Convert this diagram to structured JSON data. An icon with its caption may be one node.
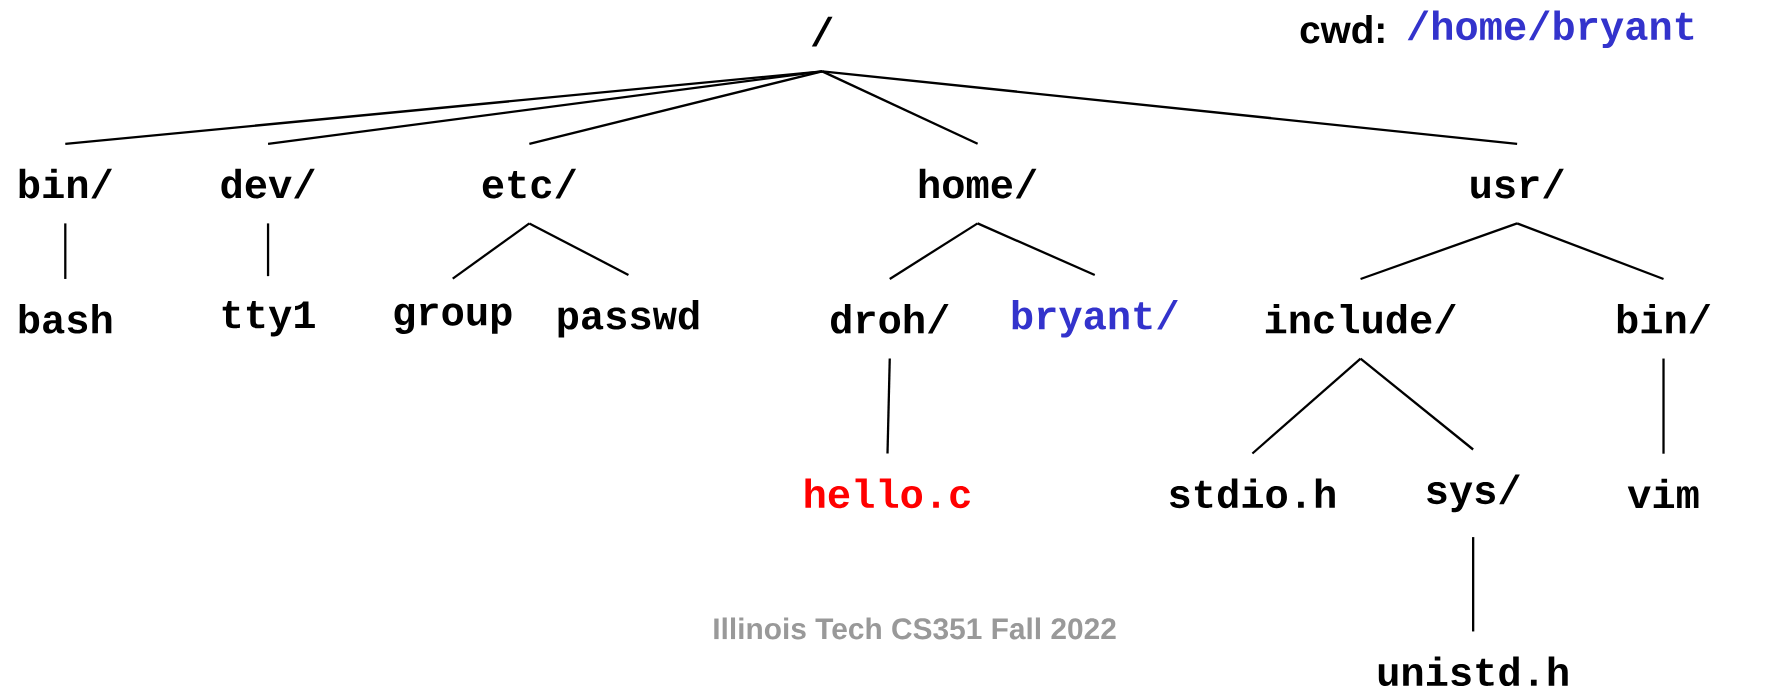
{
  "diagram": {
    "nodes": [
      {
        "text": [
          "/"
        ]
      },
      {
        "text": [
          "bin/"
        ]
      },
      {
        "text": [
          "dev/"
        ]
      },
      {
        "text": [
          "etc/"
        ]
      },
      {
        "text": [
          "home/"
        ]
      },
      {
        "text": [
          "usr/"
        ]
      },
      {
        "text": [
          "bash"
        ]
      },
      {
        "text": [
          "tty1"
        ]
      },
      {
        "text": [
          "group"
        ]
      },
      {
        "text": [
          "passwd"
        ]
      },
      {
        "text": [
          "droh/"
        ]
      },
      {
        "text": [
          "bryant/"
        ]
      },
      {
        "text": [
          "include/"
        ]
      },
      {
        "text": [
          "bin/"
        ]
      },
      {
        "text": [
          "hello.c"
        ]
      },
      {
        "text": [
          "stdio.h"
        ]
      },
      {
        "text": [
          "sys/"
        ]
      },
      {
        "text": [
          "vim"
        ]
      },
      {
        "text": [
          "unistd.h"
        ]
      }
    ],
    "edges": [
      {
        "from": 0,
        "to": 1,
        "arrow": "none"
      },
      {
        "from": 0,
        "to": 2,
        "arrow": "none"
      },
      {
        "from": 0,
        "to": 3,
        "arrow": "none"
      },
      {
        "from": 0,
        "to": 4,
        "arrow": "none"
      },
      {
        "from": 0,
        "to": 5,
        "arrow": "none"
      },
      {
        "from": 1,
        "to": 6,
        "arrow": "none"
      },
      {
        "from": 2,
        "to": 7,
        "arrow": "none"
      },
      {
        "from": 3,
        "to": 8,
        "arrow": "none"
      },
      {
        "from": 3,
        "to": 9,
        "arrow": "none"
      },
      {
        "from": 4,
        "to": 10,
        "arrow": "none"
      },
      {
        "from": 4,
        "to": 11,
        "arrow": "none"
      },
      {
        "from": 5,
        "to": 12,
        "arrow": "none"
      },
      {
        "from": 5,
        "to": 13,
        "arrow": "none"
      },
      {
        "from": 10,
        "to": 14,
        "arrow": "none"
      },
      {
        "from": 12,
        "to": 15,
        "arrow": "none"
      },
      {
        "from": 12,
        "to": 16,
        "arrow": "none"
      },
      {
        "from": 13,
        "to": 17,
        "arrow": "none"
      },
      {
        "from": 16,
        "to": 18,
        "arrow": "none"
      }
    ],
    "labels": [
      "cwd:",
      "/home/bryant",
      "Illinois Tech CS351 Fall 2022"
    ]
  }
}
